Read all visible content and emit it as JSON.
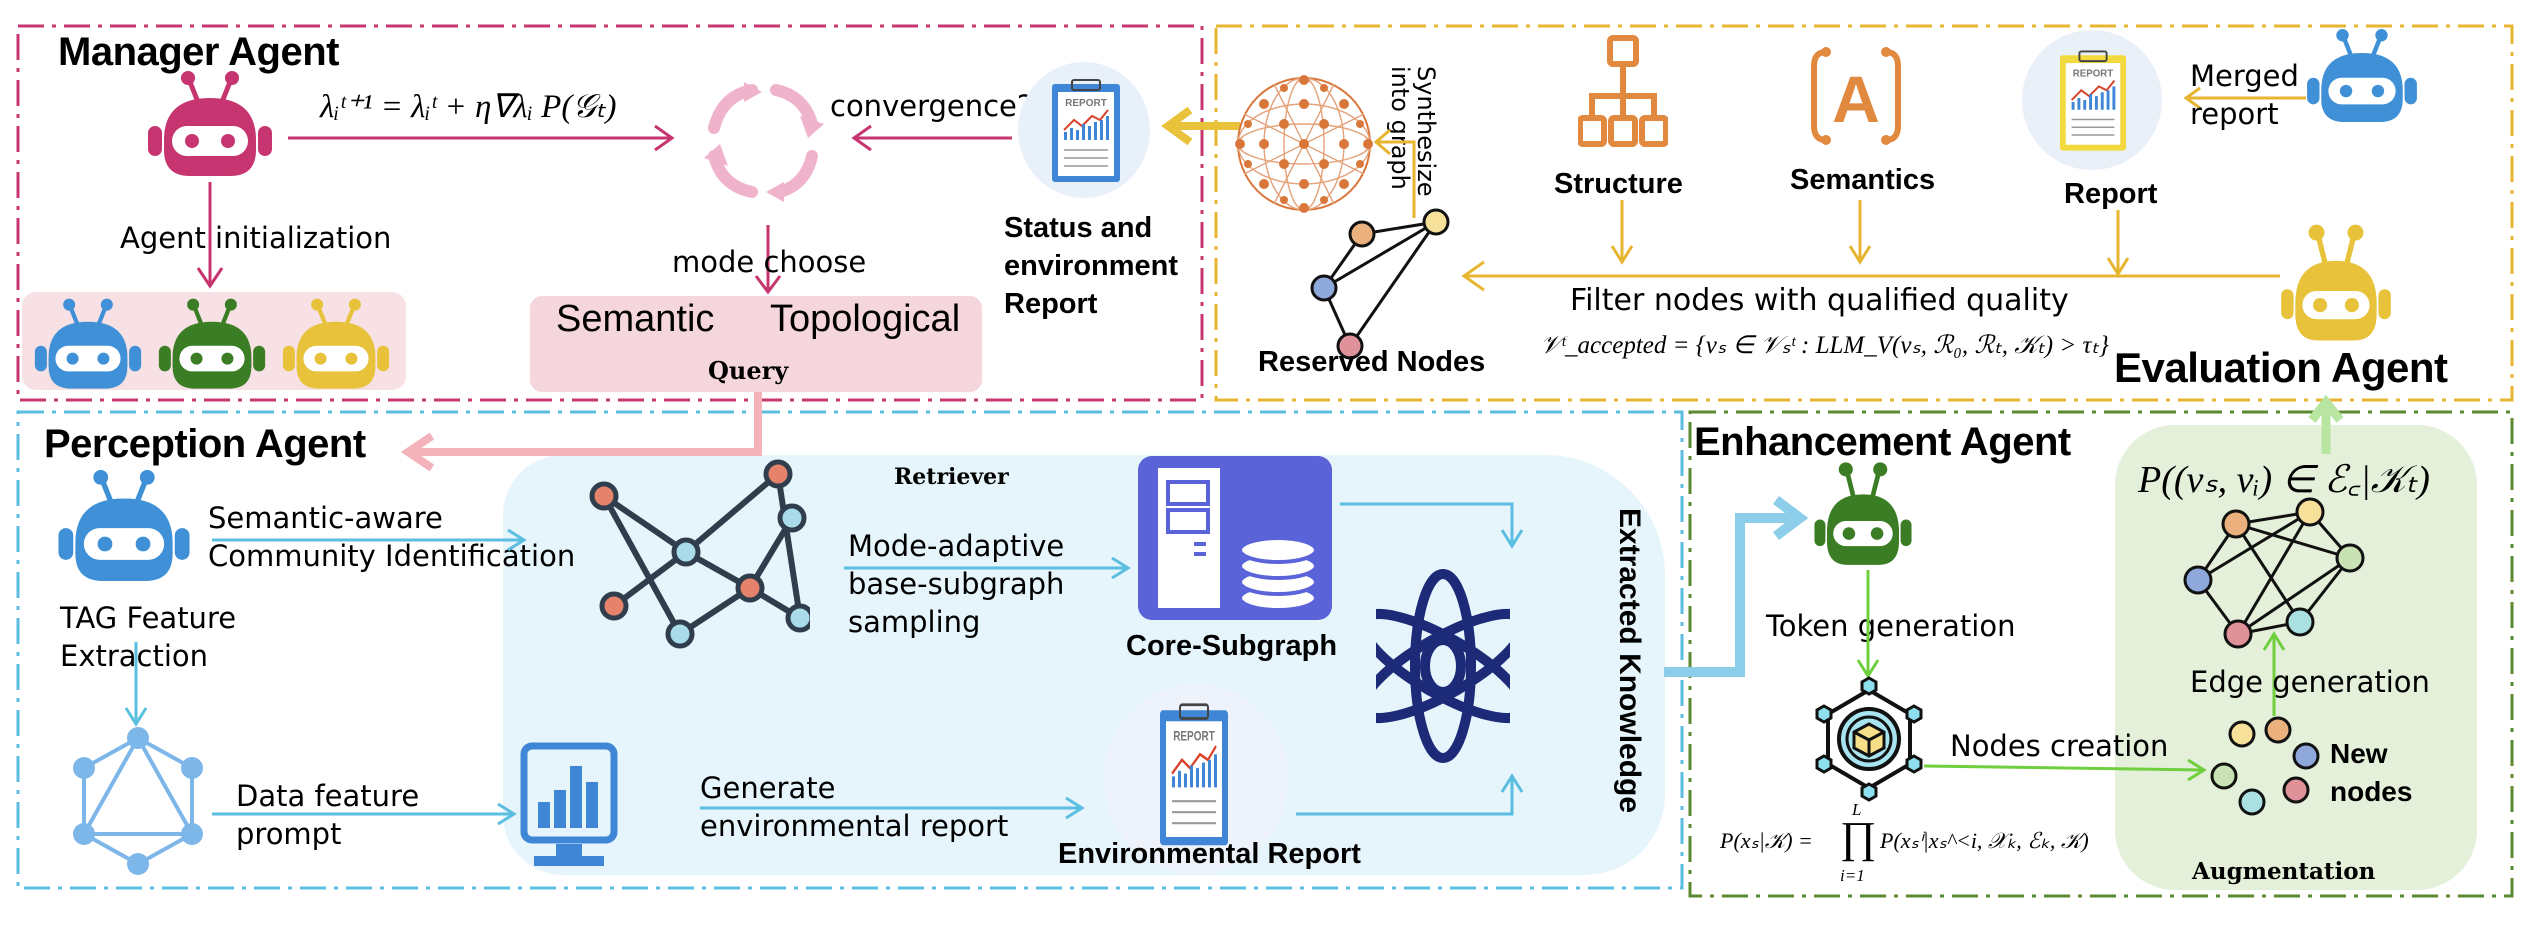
{
  "colors": {
    "manager": "#c6356f",
    "evaluation": "#e8b531",
    "perception": "#5bbde0",
    "enhancement": "#5a8a2f",
    "query_box": "#f7d8dd",
    "retriever_box": "#e6f5fb",
    "augmentation_box": "#e4f0da",
    "robot_pink": "#c6356f",
    "robot_blue": "#3f90d6",
    "robot_green": "#3b7d25",
    "robot_yellow": "#e8c23a",
    "orange_icon": "#e0893f",
    "navy_icon": "#1d2a78",
    "server_purple": "#5a63d8",
    "green_arrow": "#6fcf3e"
  },
  "manager": {
    "title": "Manager Agent",
    "formula": "λᵢᵗ⁺¹ = λᵢᵗ + η∇λᵢ P(𝒢ₜ)",
    "agent_init_label": "Agent initialization",
    "convergence_label": "convergence?",
    "mode_choose_label": "mode choose",
    "query": {
      "semantic": "Semantic",
      "topological": "Topological",
      "label": "Query"
    },
    "status_report": {
      "icon_text": "REPORT",
      "label_line1": "Status  and",
      "label_line2": "environment",
      "label_line3": "Report"
    }
  },
  "evaluation": {
    "title": "Evaluation Agent",
    "synthesize_label_line1": "Synthesize",
    "synthesize_label_line2": "into graph",
    "reserved_nodes_label": "Reserved Nodes",
    "criteria": [
      {
        "label": "Structure",
        "icon": "hierarchy-icon"
      },
      {
        "label": "Semantics",
        "icon": "text-bracket-icon",
        "glyph": "A"
      },
      {
        "label": "Report",
        "icon": "report-icon",
        "icon_text": "REPORT"
      }
    ],
    "merged_report_line1": "Merged",
    "merged_report_line2": "report",
    "filter_label": "Filter nodes with qualified quality",
    "filter_formula": "𝒱ᵗ_accepted = {vₛ ∈ 𝒱ₛᵗ : LLM_V(vₛ, ℛ₀, ℛₜ, 𝒦ₜ) > τₜ}"
  },
  "perception": {
    "title": "Perception Agent",
    "community_label_line1": "Semantic-aware",
    "community_label_line2": "Community Identification",
    "tag_label_line1": "TAG Feature",
    "tag_label_line2": "Extraction",
    "data_feature_line1": "Data feature",
    "data_feature_line2": "prompt",
    "retriever_label": "Retriever",
    "mode_adaptive_line1": "Mode-adaptive",
    "mode_adaptive_line2": "base-subgraph",
    "mode_adaptive_line3": "sampling",
    "core_subgraph_label": "Core-Subgraph",
    "generate_line1": "Generate",
    "generate_line2": "environmental report",
    "env_report_label": "Environmental Report",
    "env_report_icon_text": "REPORT",
    "extracted_knowledge_label": "Extracted Knowledge"
  },
  "enhancement": {
    "title": "Enhancement Agent",
    "token_generation_label": "Token generation",
    "nodes_creation_label": "Nodes creation",
    "edge_generation_label": "Edge generation",
    "new_nodes_line1": "New",
    "new_nodes_line2": "nodes",
    "augmentation_label": "Augmentation",
    "token_formula_left": "P(xₛ|𝒦) =",
    "token_formula_prod_top": "L",
    "token_formula_prod_bottom": "i=1",
    "token_formula_right": "P(xₛⁱ|xₛ^<i, 𝒳ₖ, ℰₖ, 𝒦)",
    "edge_formula": "P((vₛ, vᵢ) ∈ ℰ꜀|𝒦ₜ)"
  }
}
